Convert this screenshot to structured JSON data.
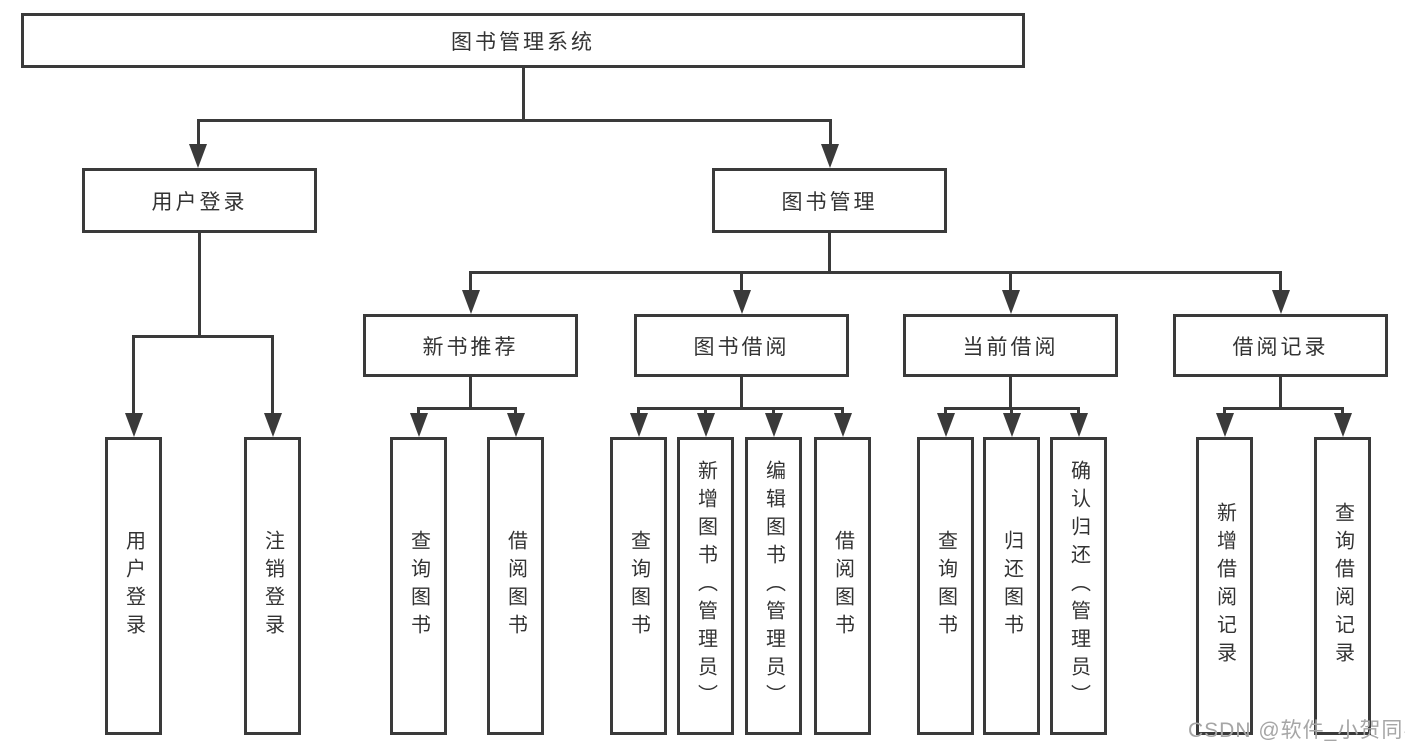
{
  "diagram": {
    "root": {
      "label": "图书管理系统"
    },
    "branches": {
      "user_login": {
        "label": "用户登录",
        "children": [
          {
            "label": "用户登录"
          },
          {
            "label": "注销登录"
          }
        ]
      },
      "book_management": {
        "label": "图书管理",
        "groups": [
          {
            "label": "新书推荐",
            "children": [
              {
                "label": "查询图书"
              },
              {
                "label": "借阅图书"
              }
            ]
          },
          {
            "label": "图书借阅",
            "children": [
              {
                "label": "查询图书"
              },
              {
                "label": "新增图书（管理员）"
              },
              {
                "label": "编辑图书（管理员）"
              },
              {
                "label": "借阅图书"
              }
            ]
          },
          {
            "label": "当前借阅",
            "children": [
              {
                "label": "查询图书"
              },
              {
                "label": "归还图书"
              },
              {
                "label": "确认归还（管理员）"
              }
            ]
          },
          {
            "label": "借阅记录",
            "children": [
              {
                "label": "新增借阅记录"
              },
              {
                "label": "查询借阅记录"
              }
            ]
          }
        ]
      }
    }
  },
  "watermark": {
    "text": "CSDN @软件_小贺同学"
  },
  "colors": {
    "line": "#3a3a3a",
    "text": "#333333",
    "watermark": "#a6a6a6",
    "background": "#ffffff"
  }
}
